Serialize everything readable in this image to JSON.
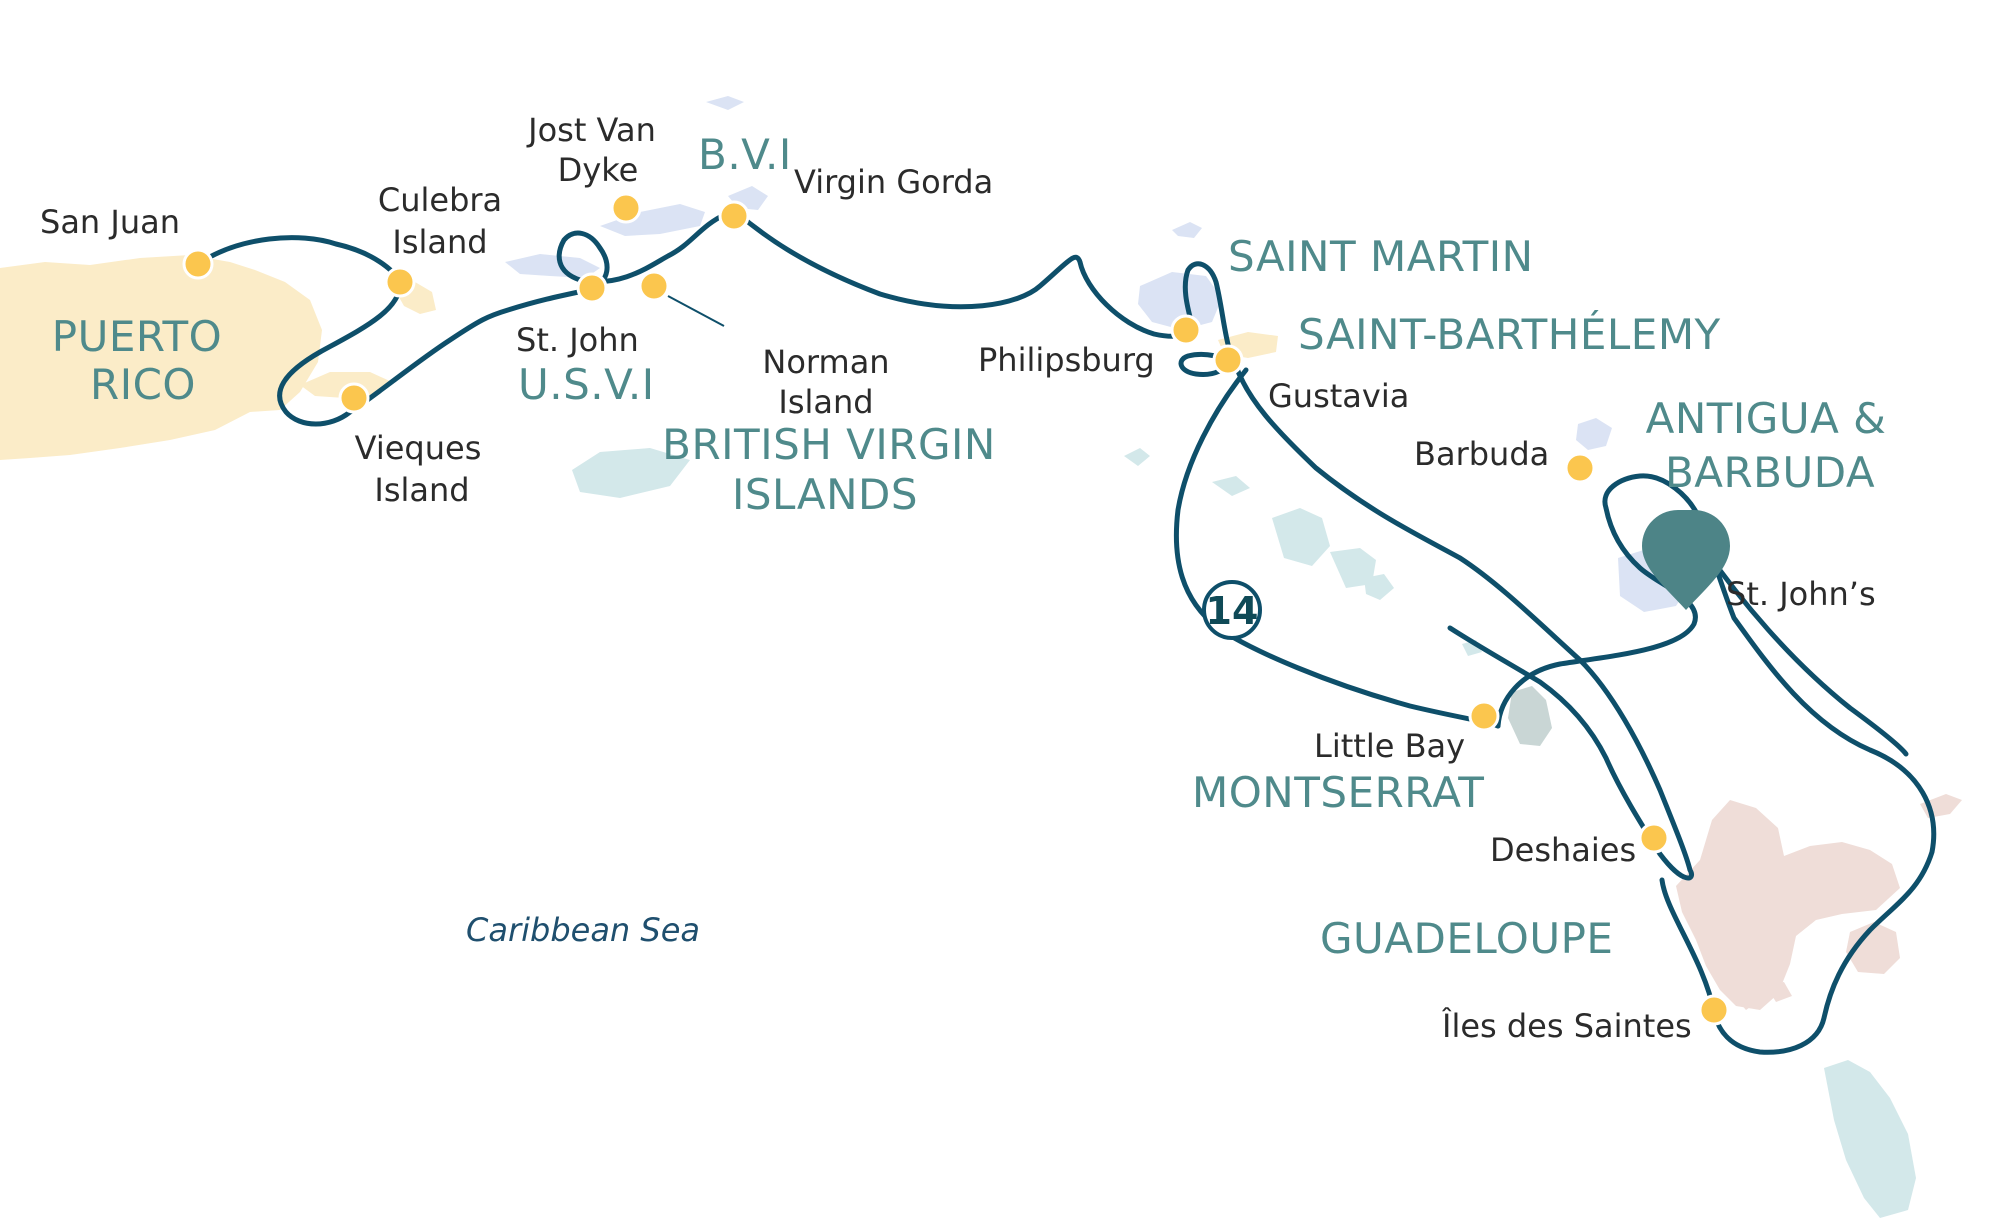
{
  "map": {
    "colors": {
      "route": "#0e4f6a",
      "stop": "#fbc64e",
      "puerto_rico": "#fbecc8",
      "islands_blue": "#dbe3f4",
      "islands_teal": "#d3e8ea",
      "guadeloupe": "#efddd8",
      "montserrat": "#c9d6d5",
      "marker": "#4d8487",
      "region_label": "#4f8a8b"
    },
    "regions": {
      "puerto_rico": [
        "PUERTO",
        "RICO"
      ],
      "bvi_short": "B.V.I",
      "usvi": "U.S.V.I",
      "bvi_long": [
        "BRITISH VIRGIN",
        "ISLANDS"
      ],
      "saint_martin": "SAINT MARTIN",
      "saint_barthelemy": "SAINT-BARTHÉLEMY",
      "antigua_barbuda": [
        "ANTIGUA &",
        "BARBUDA"
      ],
      "montserrat": "MONTSERRAT",
      "guadeloupe": "GUADELOUPE"
    },
    "ports": {
      "san_juan": "San Juan",
      "culebra": [
        "Culebra",
        "Island"
      ],
      "vieques": [
        "Vieques",
        "Island"
      ],
      "jost_van_dyke": [
        "Jost Van",
        "Dyke"
      ],
      "st_john": "St. John",
      "virgin_gorda": "Virgin Gorda",
      "norman": [
        "Norman",
        "Island"
      ],
      "philipsburg": "Philipsburg",
      "gustavia": "Gustavia",
      "barbuda": "Barbuda",
      "st_johns": "St. John’s",
      "little_bay": "Little Bay",
      "deshaies": "Deshaies",
      "iles_des_saintes": "Îles des Saintes"
    },
    "sea_label": "Caribbean Sea",
    "duration_badge": "14",
    "embark_marker": "map-pin-icon"
  }
}
